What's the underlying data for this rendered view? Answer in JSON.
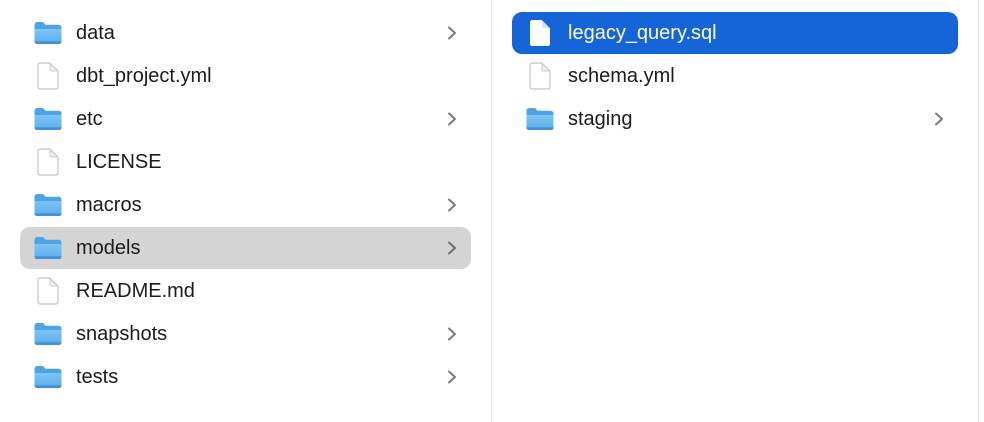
{
  "colors": {
    "selection_active": "#1565d8",
    "selection_inactive": "#d4d4d4",
    "divider": "#e4e4e4",
    "text": "#1b1b1b",
    "text_selected": "#ffffff",
    "chevron": "#7b7b7b",
    "folder_top": "#4da3e4",
    "folder_body_light": "#7cc6f5",
    "folder_body_dark": "#59acec",
    "folder_bottom": "#3f92da"
  },
  "columns": [
    {
      "id": "left",
      "items": [
        {
          "label": "data",
          "type": "folder",
          "icon": "folder-icon",
          "expandable": true,
          "selected": false,
          "selection": null
        },
        {
          "label": "dbt_project.yml",
          "type": "file",
          "icon": "document-icon",
          "expandable": false,
          "selected": false,
          "selection": null
        },
        {
          "label": "etc",
          "type": "folder",
          "icon": "folder-icon",
          "expandable": true,
          "selected": false,
          "selection": null
        },
        {
          "label": "LICENSE",
          "type": "file",
          "icon": "document-icon",
          "expandable": false,
          "selected": false,
          "selection": null
        },
        {
          "label": "macros",
          "type": "folder",
          "icon": "folder-icon",
          "expandable": true,
          "selected": false,
          "selection": null
        },
        {
          "label": "models",
          "type": "folder",
          "icon": "folder-icon",
          "expandable": true,
          "selected": true,
          "selection": "inactive"
        },
        {
          "label": "README.md",
          "type": "file",
          "icon": "document-icon",
          "expandable": false,
          "selected": false,
          "selection": null
        },
        {
          "label": "snapshots",
          "type": "folder",
          "icon": "folder-icon",
          "expandable": true,
          "selected": false,
          "selection": null
        },
        {
          "label": "tests",
          "type": "folder",
          "icon": "folder-icon",
          "expandable": true,
          "selected": false,
          "selection": null
        }
      ]
    },
    {
      "id": "right",
      "items": [
        {
          "label": "legacy_query.sql",
          "type": "file",
          "icon": "document-icon",
          "expandable": false,
          "selected": true,
          "selection": "active"
        },
        {
          "label": "schema.yml",
          "type": "file",
          "icon": "document-icon",
          "expandable": false,
          "selected": false,
          "selection": null
        },
        {
          "label": "staging",
          "type": "folder",
          "icon": "folder-icon",
          "expandable": true,
          "selected": false,
          "selection": null
        }
      ]
    }
  ]
}
